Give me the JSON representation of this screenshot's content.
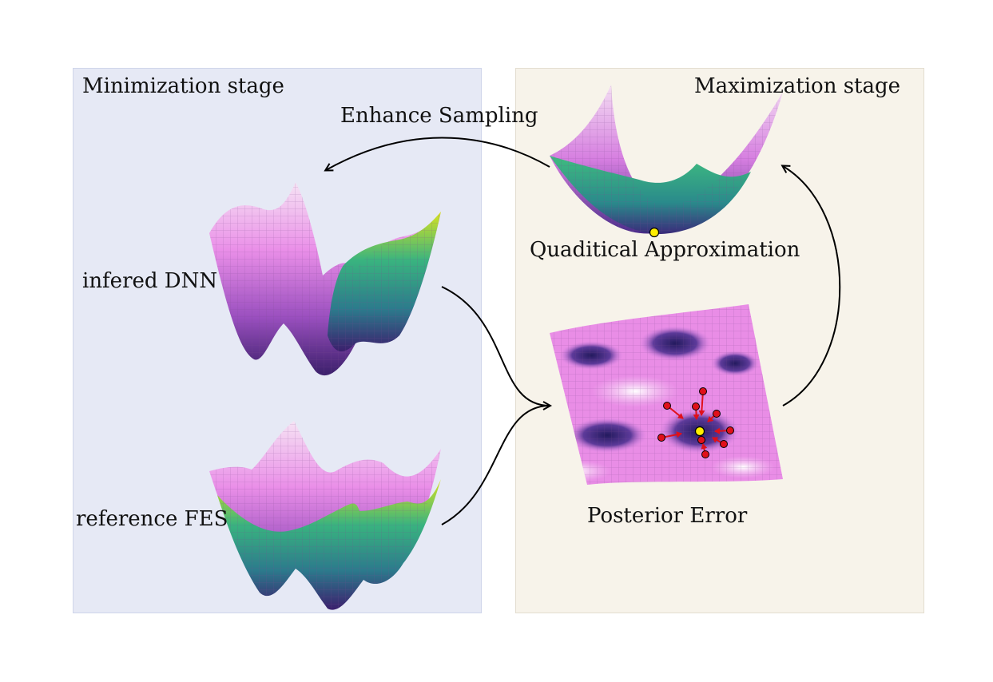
{
  "panels": {
    "minimization": {
      "title": "Minimization stage"
    },
    "maximization": {
      "title": "Maximization stage"
    }
  },
  "labels": {
    "enhance_sampling": "Enhance Sampling",
    "infered_dnn": "infered DNN",
    "reference_fes": "reference FES",
    "quadratic_approx": "Quaditical Approximation",
    "posterior_error": "Posterior Error"
  },
  "colors": {
    "min_panel_bg": "#e6e9f5",
    "max_panel_bg": "#f7f3ea",
    "surface_pink": "#e58ae8",
    "surface_purple": "#7a3ea8",
    "surface_dark": "#3b2a7a",
    "surface_teal": "#2aa38f",
    "surface_yellow": "#d9e021",
    "sample_point": "#e0101a",
    "minimum_point": "#ffee00",
    "arrow": "#000000"
  }
}
